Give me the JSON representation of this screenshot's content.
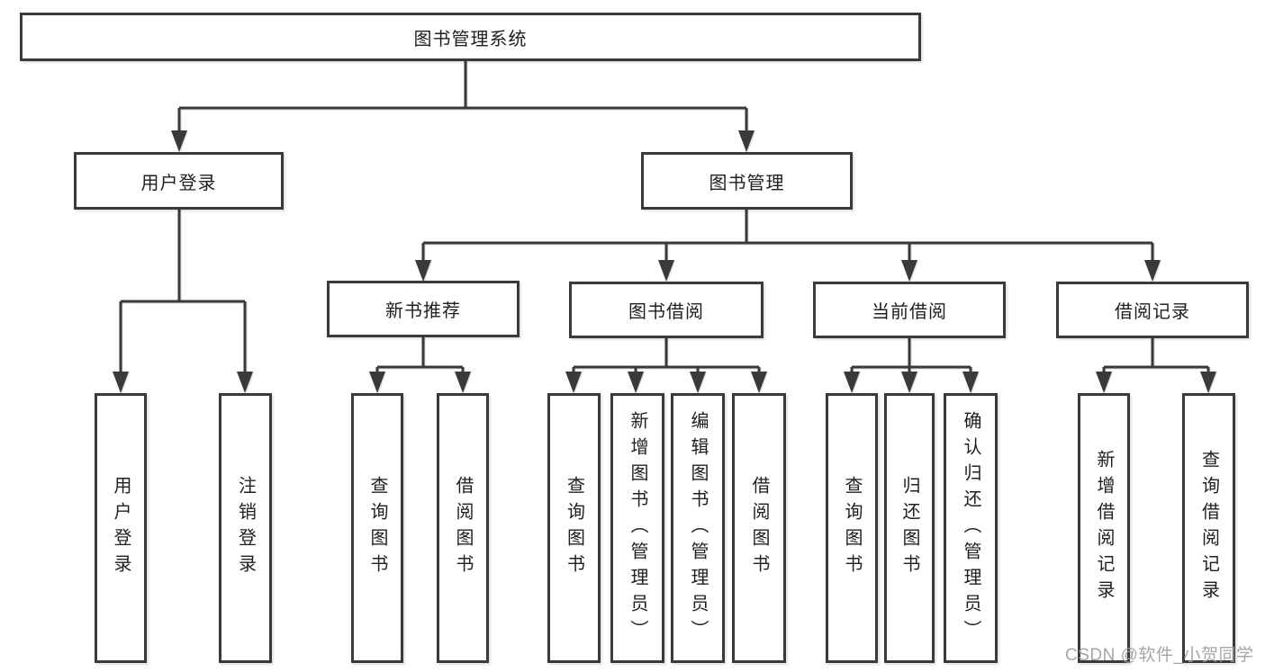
{
  "tree": {
    "root": {
      "label": "图书管理系统"
    },
    "branches": [
      {
        "label": "用户登录",
        "children": [
          {
            "label": "用户登录"
          },
          {
            "label": "注销登录"
          }
        ]
      },
      {
        "label": "图书管理",
        "groups": [
          {
            "label": "新书推荐",
            "children": [
              {
                "label": "查询图书"
              },
              {
                "label": "借阅图书"
              }
            ]
          },
          {
            "label": "图书借阅",
            "children": [
              {
                "label": "查询图书"
              },
              {
                "label": "新增图书（管理员）"
              },
              {
                "label": "编辑图书（管理员）"
              },
              {
                "label": "借阅图书"
              }
            ]
          },
          {
            "label": "当前借阅",
            "children": [
              {
                "label": "查询图书"
              },
              {
                "label": "归还图书"
              },
              {
                "label": "确认归还（管理员）"
              }
            ]
          },
          {
            "label": "借阅记录",
            "children": [
              {
                "label": "新增借阅记录"
              },
              {
                "label": "查询借阅记录"
              }
            ]
          }
        ]
      }
    ]
  },
  "watermark": {
    "text": "CSDN @软件_小贺同学"
  },
  "colors": {
    "line": "#3a3a3a",
    "text": "#1f1f1f",
    "watermark": "#9e9e9e",
    "background": "#ffffff"
  }
}
